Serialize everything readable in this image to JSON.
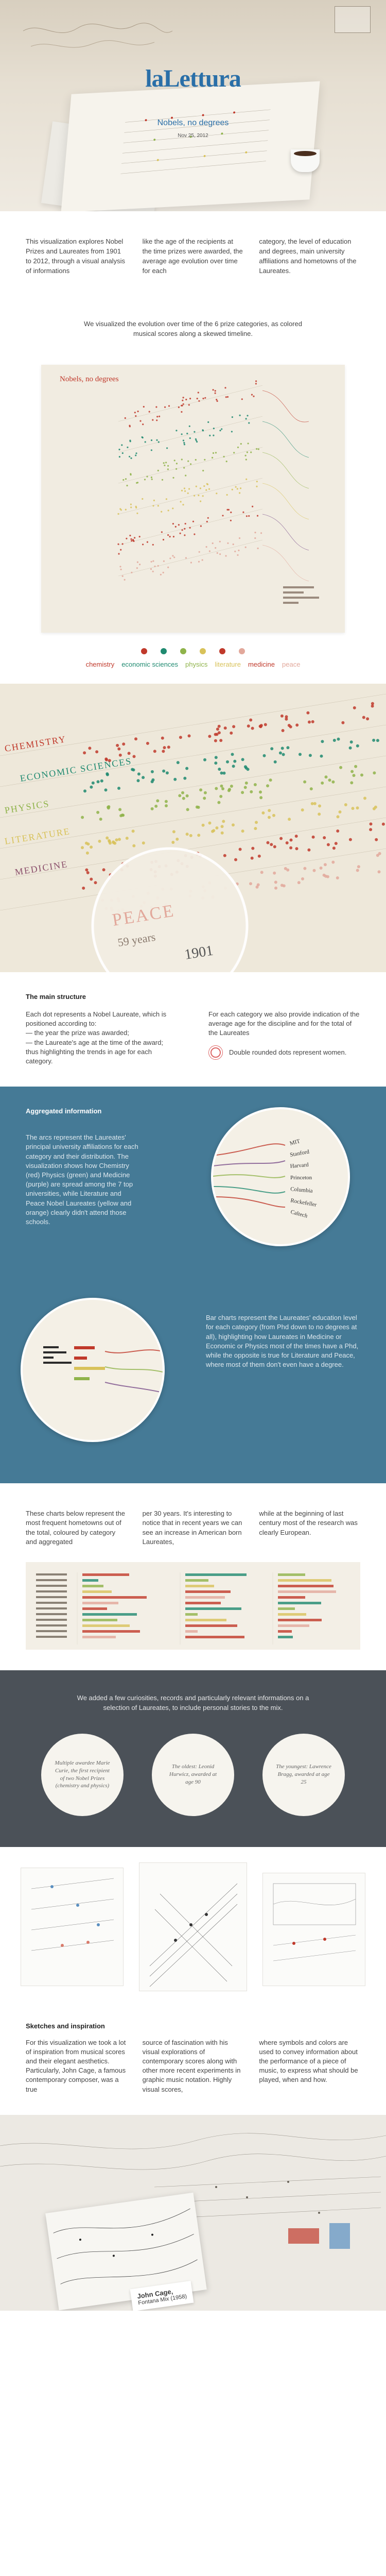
{
  "hero": {
    "logo": "laLettura",
    "subtitle": "Nobels, no degrees",
    "date": "Nov 25, 2012"
  },
  "intro": [
    "This visualization explores Nobel Prizes and Laureates from 1901 to 2012, through a visual analysis of informations",
    "like the age of the recipients at the time prizes were awarded, the average age evolution over time for each",
    "category, the level of education and degrees, main university affiliations and hometowns of the Laureates."
  ],
  "evolution_text": "We visualized the evolution over time of the 6 prize categories, as colored musical scores along a skewed timeline.",
  "viz": {
    "title": "Nobels, no degrees"
  },
  "categories": [
    {
      "label": "chemistry",
      "color": "#c0392b"
    },
    {
      "label": "economic sciences",
      "color": "#1f8a70"
    },
    {
      "label": "physics",
      "color": "#8fb34a"
    },
    {
      "label": "literature",
      "color": "#d8c25a"
    },
    {
      "label": "medicine",
      "color": "#c0392b"
    },
    {
      "label": "peace",
      "color": "#e2a89b"
    }
  ],
  "zoom": {
    "chemistry": "CHEMISTRY",
    "economic": "ECONOMIC SCIENCES",
    "physics": "PHYSICS",
    "literature": "LITERATURE",
    "medicine": "MEDICINE",
    "peace": "PEACE",
    "avg_age": "59 years",
    "year": "1901"
  },
  "structure": {
    "heading": "The main structure",
    "col1_lead": "Each dot represents a Nobel Laureate, which is positioned according to:",
    "col1_items": [
      "— the year the prize was awarded;",
      "— the Laureate's age at the time of the award;"
    ],
    "col1_tail": "thus highlighting the trends in age for each category.",
    "col2": "For each category we also provide indication of the average age for the discipline and for the total of the Laureates",
    "note": "Double rounded dots represent women."
  },
  "aggregated": {
    "heading": "Aggregated information",
    "p1": "The arcs represent the Laureates' principal university affiliations for each category and their distribution. The visualization shows how Chemistry (red) Physics (green) and Medicine (purple) are spread among the 7 top universities, while Literature and Peace Nobel Laureates (yellow and orange) clearly didn't attend those schools.",
    "p2": "Bar charts represent the Laureates' education level for each category (from Phd down to no degrees at all), highlighting how Laureates in Medicine or Economic or Physics most of the times have a Phd, while the opposite is true for Literature and Peace, where most of them don't even have a degree.",
    "universities": [
      "MIT",
      "Stanford",
      "Harvard",
      "Princeton",
      "Columbia",
      "Rockefeller",
      "Caltech"
    ]
  },
  "bars": [
    "These charts below represent the most frequent hometowns out of the total, coloured by category and aggregated",
    "per 30 years. It's interesting to notice that in recent years we can see an increase in American born Laureates,",
    "while at the beginning of last century most of the research was clearly European."
  ],
  "curiosities": {
    "text": "We added a few curiosities, records and particularly relevant informations on a selection of Laureates, to include personal stories to the mix.",
    "circles": [
      "Multiple awardee Marie Curie, the first recipient of two Nobel Prizes (chemistry and physics)",
      "The oldest: Leonid Hurwicz, awarded at age 90",
      "The youngest: Lawrence Bragg, awarded at age 25"
    ]
  },
  "inspiration": {
    "heading": "Sketches and inspiration",
    "cols": [
      "For this visualization we took a lot of inspiration from musical scores and their elegant aesthetics. Particularly, John Cage, a famous contemporary composer, was a true",
      "source of fascination with his visual explorations of contemporary scores along with other more recent experiments in graphic music notation. Highly visual scores,",
      "where symbols and colors are used to convey information about the performance of a piece of music, to express what should be played, when and how."
    ]
  },
  "bottom": {
    "caption_title": "John Cage,",
    "caption_sub": "Fontana Mix (1958)"
  }
}
